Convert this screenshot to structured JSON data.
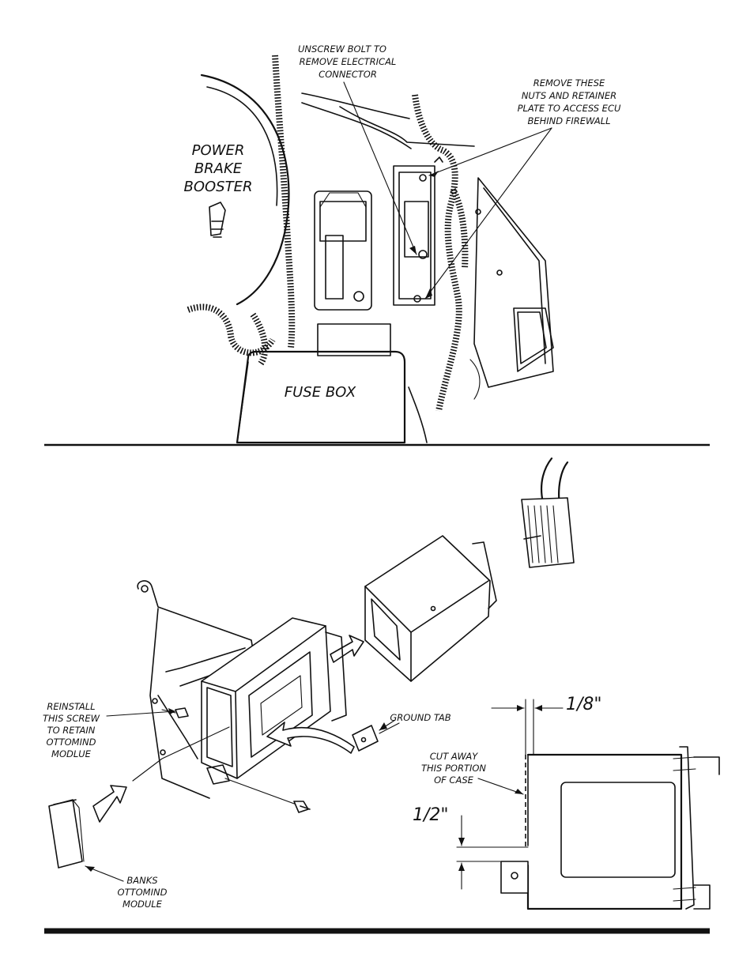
{
  "top_figure": {
    "callout_unscrew": [
      "UNSCREW BOLT TO",
      "REMOVE ELECTRICAL",
      "CONNECTOR"
    ],
    "callout_remove": [
      "REMOVE THESE",
      "NUTS AND RETAINER",
      "PLATE TO ACCESS ECU",
      "BEHIND FIREWALL"
    ],
    "label_booster": [
      "POWER",
      "BRAKE",
      "BOOSTER"
    ],
    "label_fuse_box": "FUSE BOX"
  },
  "bottom_figure": {
    "callout_reinstall": [
      "REINSTALL",
      "THIS SCREW",
      "TO RETAIN",
      "OTTOMIND",
      "MODLUE"
    ],
    "callout_ground_tab": "GROUND TAB",
    "callout_banks": [
      "BANKS",
      "OTTOMIND",
      "MODULE"
    ],
    "callout_cut_away": [
      "CUT AWAY",
      "THIS PORTION",
      "OF CASE"
    ],
    "dim_eighth": "1/8\"",
    "dim_half": "1/2\""
  }
}
